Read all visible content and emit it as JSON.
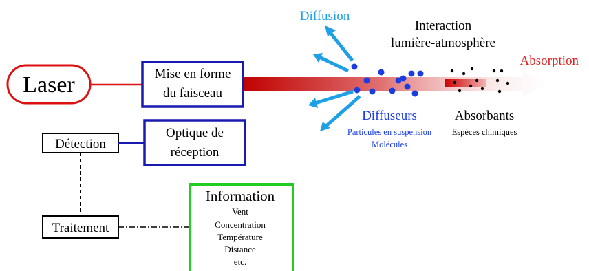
{
  "laser": {
    "label": "Laser"
  },
  "shaping": {
    "line1": "Mise en forme",
    "line2": "du faisceau"
  },
  "detection": {
    "label": "Détection"
  },
  "reception": {
    "line1": "Optique de",
    "line2": "réception"
  },
  "processing": {
    "label": "Traitement"
  },
  "information": {
    "title": "Information",
    "items": [
      "Vent",
      "Concentration",
      "Température",
      "Distance",
      "etc."
    ]
  },
  "interaction": {
    "line1": "Interaction",
    "line2": "lumière-atmosphère"
  },
  "diffusion": {
    "label": "Diffusion"
  },
  "absorption": {
    "label": "Absorption"
  },
  "scatterers": {
    "title": "Diffuseurs",
    "line1": "Particules en suspension",
    "line2": "Molécules"
  },
  "absorbers": {
    "title": "Absorbants",
    "line1": "Espèces chimiques"
  },
  "colors": {
    "laser_red": "#dd1111",
    "box_blue": "#1a1ab0",
    "info_green": "#22cc22",
    "diffusion_cyan": "#1ea0e6",
    "absorption_red": "#e02020",
    "particle_blue": "#1a3ce0"
  }
}
